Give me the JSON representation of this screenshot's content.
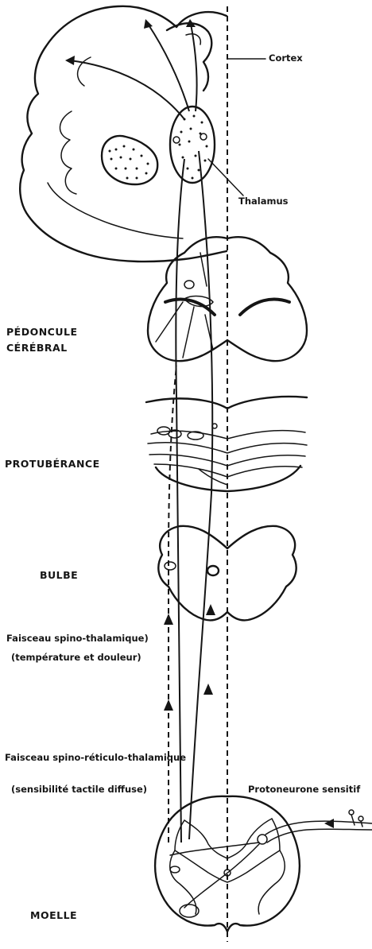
{
  "labels": {
    "cortex": "Cortex",
    "thalamus": "Thalamus",
    "pedoncule_line1": "PÉDONCULE",
    "pedoncule_line2": "CÉRÉBRAL",
    "protuberance": "PROTUBÉRANCE",
    "bulbe": "BULBE",
    "faisceau_spinothalamique": "Faisceau spino-thalamique)",
    "temperature_douleur": "(température et douleur)",
    "faisceau_spinoreticulothalamique": "Faisceau spino-réticulo-thalamique",
    "sensibilite_tactile": "(sensibilité tactile diffuse)",
    "protoneurone": "Protoneurone sensitif",
    "moelle": "MOELLE"
  }
}
